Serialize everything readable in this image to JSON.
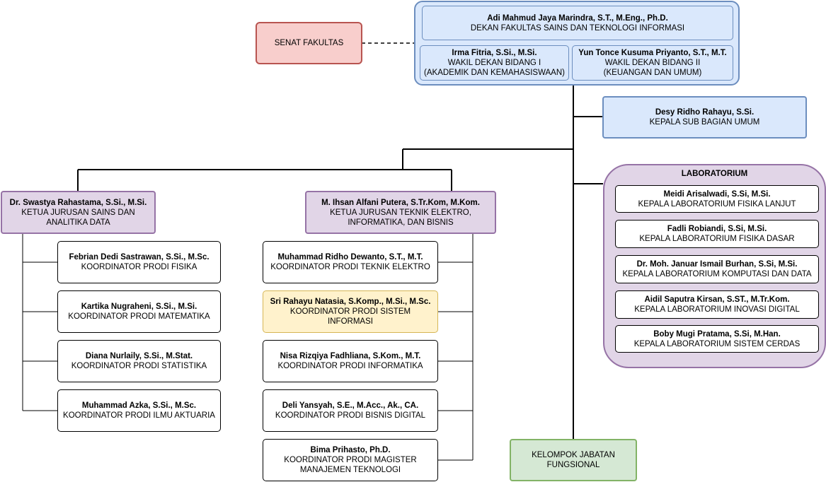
{
  "dean": {
    "name": "Adi Mahmud Jaya Marindra, S.T., M.Eng., Ph.D.",
    "position": "DEKAN FAKULTAS SAINS DAN TEKNOLOGI INFORMASI"
  },
  "vice_dean_1": {
    "name": "Irma Fitria, S.Si., M.Si.",
    "position": "WAKIL DEKAN BIDANG I",
    "detail": "(AKADEMIK DAN KEMAHASISWAAN)"
  },
  "vice_dean_2": {
    "name": "Yun Tonce Kusuma Priyanto, S.T., M.T.",
    "position": "WAKIL DEKAN BIDANG II",
    "detail": "(KEUANGAN DAN UMUM)"
  },
  "senate": {
    "label": "SENAT FAKULTAS"
  },
  "sub_bagian": {
    "name": "Desy Ridho Rahayu, S.Si.",
    "position": "KEPALA SUB BAGIAN UMUM"
  },
  "laboratorium": {
    "title": "LABORATORIUM",
    "items": [
      {
        "name": "Meidi Arisalwadi, S.Si, M.Si.",
        "position": "KEPALA LABORATORIUM FISIKA LANJUT"
      },
      {
        "name": "Fadli Robiandi, S.Si, M.Si.",
        "position": "KEPALA LABORATORIUM FISIKA DASAR"
      },
      {
        "name": "Dr. Moh. Januar Ismail Burhan, S.Si, M.Si.",
        "position": "KEPALA LABORATORIUM KOMPUTASI DAN DATA"
      },
      {
        "name": "Aidil Saputra Kirsan, S.ST., M.Tr.Kom.",
        "position": "KEPALA LABORATORIUM INOVASI DIGITAL"
      },
      {
        "name": "Boby Mugi Pratama, S.Si, M.Han.",
        "position": "KEPALA LABORATORIUM SISTEM CERDAS"
      }
    ]
  },
  "jurusan_sains": {
    "name": "Dr. Swastya Rahastama, S.Si., M.Si.",
    "position_line1": "KETUA JURUSAN SAINS DAN",
    "position_line2": "ANALITIKA DATA",
    "prodi": [
      {
        "name": "Febrian Dedi Sastrawan, S.Si., M.Sc.",
        "position": "KOORDINATOR PRODI FISIKA"
      },
      {
        "name": "Kartika Nugraheni, S.Si., M.Si.",
        "position": "KOORDINATOR PRODI MATEMATIKA"
      },
      {
        "name": "Diana Nurlaily, S.Si., M.Stat.",
        "position": "KOORDINATOR PRODI STATISTIKA"
      },
      {
        "name": "Muhammad Azka, S.Si., M.Sc.",
        "position": "KOORDINATOR PRODI ILMU AKTUARIA"
      }
    ]
  },
  "jurusan_teknik": {
    "name": "M. Ihsan Alfani Putera, S.Tr.Kom, M.Kom.",
    "position_line1": "KETUA JURUSAN TEKNIK ELEKTRO,",
    "position_line2": "INFORMATIKA, DAN BISNIS",
    "prodi": [
      {
        "name": "Muhammad Ridho Dewanto, S.T., M.T.",
        "position": "KOORDINATOR PRODI TEKNIK ELEKTRO",
        "position2": ""
      },
      {
        "name": "Sri Rahayu Natasia, S.Komp., M.Si., M.Sc.",
        "position": "KOORDINATOR PRODI SISTEM",
        "position2": "INFORMASI"
      },
      {
        "name": "Nisa Rizqiya Fadhliana, S.Kom., M.T.",
        "position": "KOORDINATOR PRODI INFORMATIKA",
        "position2": ""
      },
      {
        "name": "Deli Yansyah, S.E., M.Acc., Ak., CA.",
        "position": "KOORDINATOR PRODI BISNIS DIGITAL",
        "position2": ""
      },
      {
        "name": "Bima Prihasto, Ph.D.",
        "position": "KOORDINATOR PRODI MAGISTER",
        "position2": "MANAJEMEN TEKNOLOGI"
      }
    ]
  },
  "fungsional": {
    "line1": "KELOMPOK JABATAN",
    "line2": "FUNGSIONAL"
  },
  "colors": {
    "blue_fill": "#dae8fc",
    "blue_stroke": "#6c8ebf",
    "purple_fill": "#e1d5e7",
    "purple_stroke": "#9673a6",
    "red_fill": "#f8cecc",
    "red_stroke": "#b85450",
    "green_fill": "#d5e8d4",
    "green_stroke": "#82b366",
    "yellow_fill": "#fff2cc",
    "yellow_stroke": "#d6b656"
  }
}
